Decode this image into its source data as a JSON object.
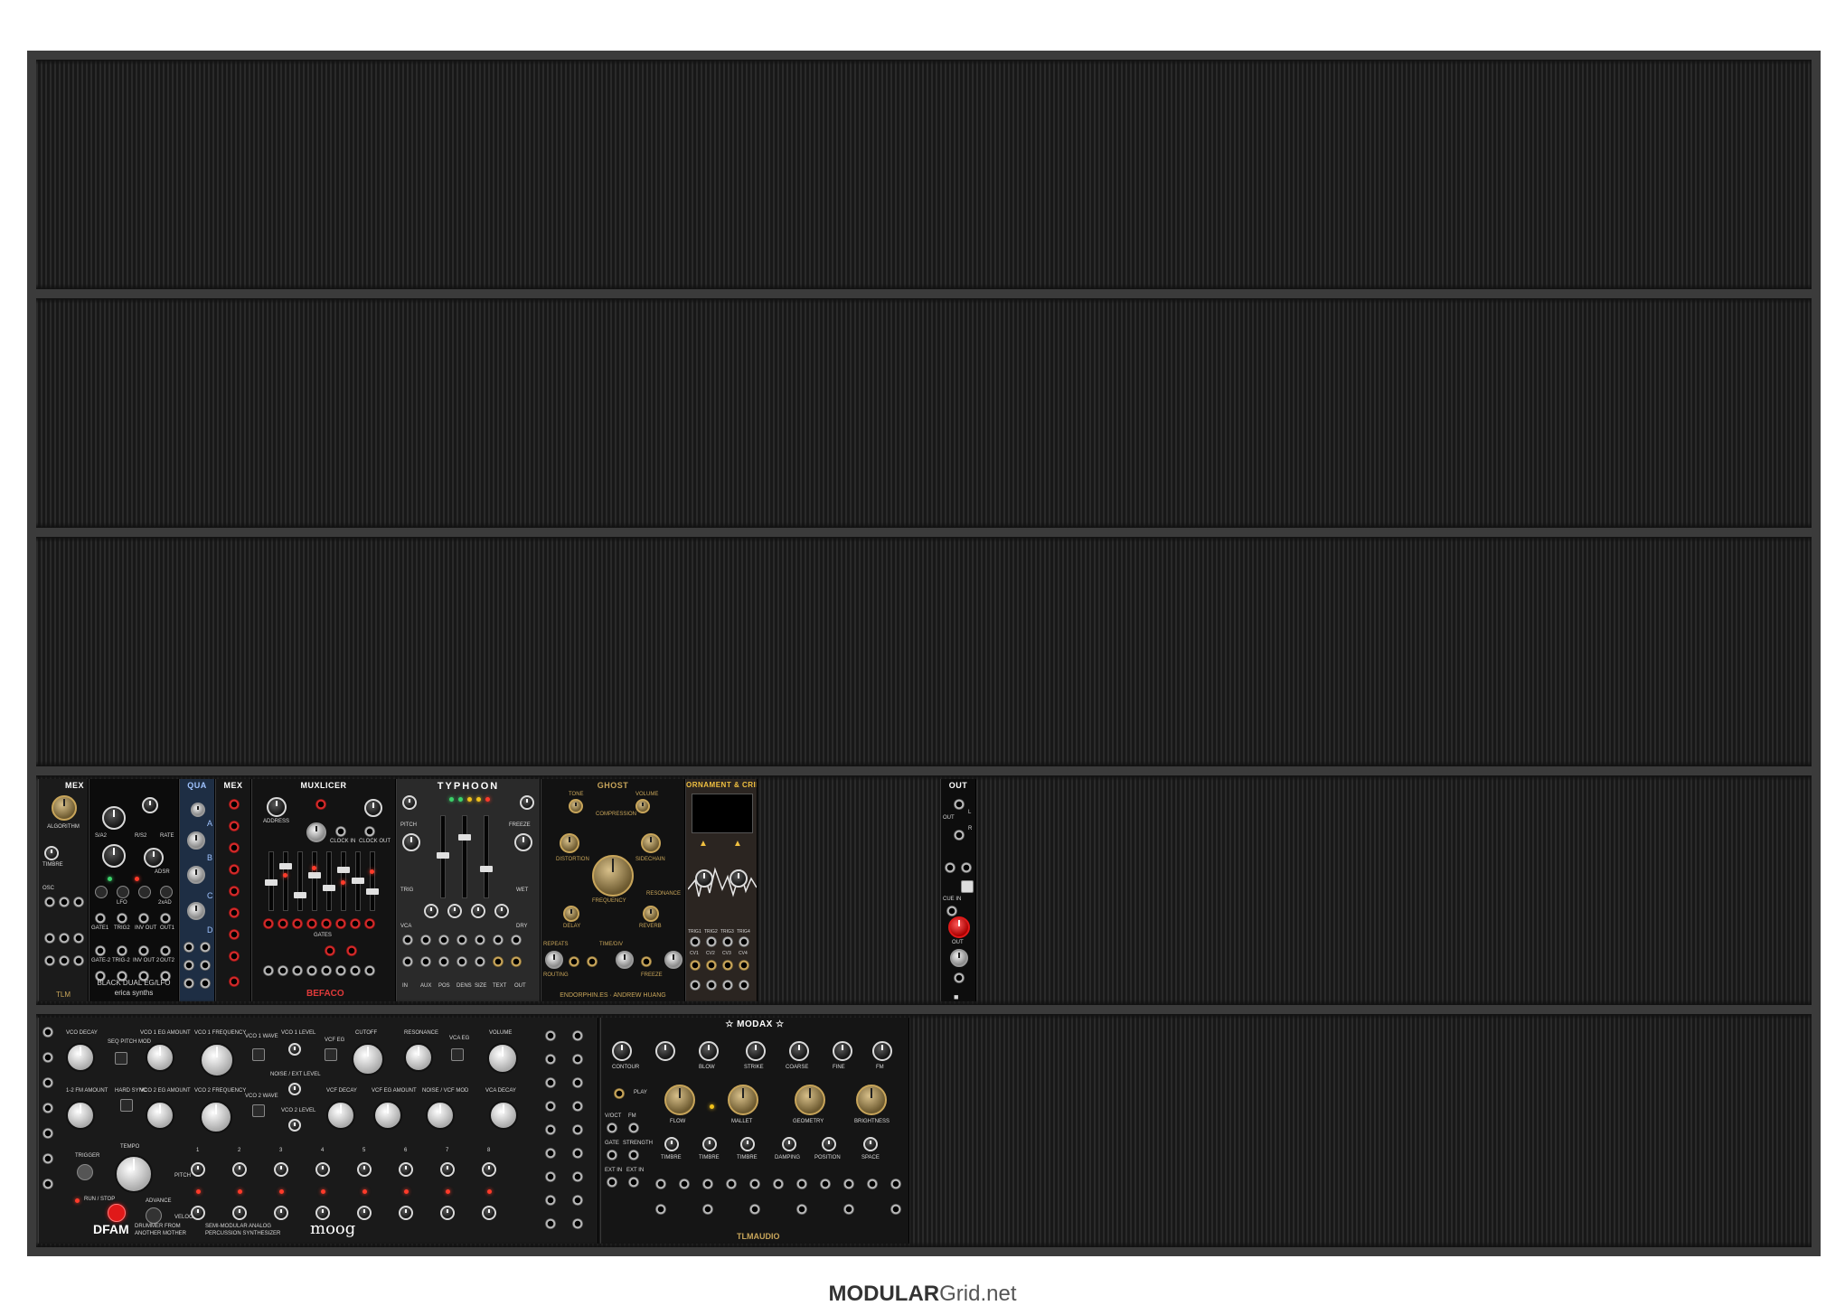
{
  "footer": {
    "brand_bold": "MODULAR",
    "brand_rest": "Grid.net"
  },
  "row4": {
    "mex1": {
      "title": "MEX",
      "knob": "ALGORITHM",
      "foot": "TLM",
      "labels": [
        "TIMBRE",
        "OSC"
      ]
    },
    "erica": {
      "labels": [
        "S/A2",
        "R/S2",
        "RATE",
        "ADSR",
        "LFO",
        "INV OUT",
        "2xAD",
        "GATE1",
        "TRIG2",
        "OUT1",
        "OUT2",
        "GATE-2",
        "TRIG-2",
        "INV OUT 2"
      ],
      "foot": "BLACK DUAL EG/LFO",
      "brand": "erica synths"
    },
    "qua": {
      "title": "QUA",
      "letters": [
        "A",
        "B",
        "C",
        "D"
      ]
    },
    "mex2": {
      "title": "MEX"
    },
    "muxlicer": {
      "title": "MUXLICER",
      "labels": [
        "ADDRESS",
        "CLOCK IN",
        "CLOCK OUT",
        "GATES"
      ],
      "brand": "BEFACO"
    },
    "typhoon": {
      "title": "TYPHOON",
      "labels": [
        "PITCH",
        "FREEZE",
        "TRIG",
        "WET",
        "VCA",
        "DRY",
        "IN",
        "AUX",
        "POS",
        "DENS",
        "SIZE",
        "TEXT",
        "OUT"
      ]
    },
    "ghost": {
      "title": "GHOST",
      "labels": [
        "TONE",
        "COMPRESSION",
        "VOLUME",
        "DISTORTION",
        "SIDECHAIN",
        "FREQUENCY",
        "RESONANCE",
        "DELAY",
        "REVERB",
        "REPEATS",
        "TIME/DIV",
        "ROUTING",
        "FREEZE"
      ],
      "foot": "ENDORPHIN.ES · ANDREW HUANG"
    },
    "ornament": {
      "title": "ORNAMENT & CRIME",
      "labels": [
        "TRIG1",
        "TRIG2",
        "TRIG3",
        "TRIG4",
        "CV1",
        "CV2",
        "CV3",
        "CV4"
      ]
    },
    "out": {
      "title": "OUT",
      "labels": [
        "OUT",
        "L",
        "R",
        "CUE IN",
        "OUT"
      ]
    }
  },
  "row5": {
    "dfam": {
      "top_knobs": [
        "VCO DECAY",
        "VCO 1 EG AMOUNT",
        "VCO 1 FREQUENCY",
        "CUTOFF",
        "RESONANCE",
        "VOLUME"
      ],
      "small_labels": [
        "SEQ PITCH MOD",
        "VCO 1 WAVE",
        "VCO 1 LEVEL",
        "VCF EG",
        "VCA EG",
        "NOISE / EXT LEVEL",
        "HARD SYNC",
        "VCO 2 WAVE",
        "VCO 2 LEVEL"
      ],
      "mid_knobs": [
        "1-2 FM AMOUNT",
        "VCO 2 EG AMOUNT",
        "VCO 2 FREQUENCY",
        "VCF DECAY",
        "VCF EG AMOUNT",
        "NOISE / VCF MOD",
        "VCA DECAY"
      ],
      "tempo": "TEMPO",
      "trigger": "TRIGGER",
      "run_stop": "RUN / STOP",
      "advance": "ADVANCE",
      "pitch": "PITCH",
      "velocity": "VELOCITY",
      "steps": [
        "1",
        "2",
        "3",
        "4",
        "5",
        "6",
        "7",
        "8"
      ],
      "name": "DFAM",
      "subtitle_1": "DRUMMER FROM",
      "subtitle_2": "ANOTHER MOTHER",
      "subtitle_3": "SEMI-MODULAR ANALOG",
      "subtitle_4": "PERCUSSION SYNTHESIZER",
      "brand": "moog"
    },
    "modax": {
      "title": "MODAX",
      "top_knobs": [
        "CONTOUR",
        "BLOW",
        "STRIKE",
        "COARSE",
        "FINE",
        "FM"
      ],
      "big_knobs": [
        "FLOW",
        "MALLET",
        "GEOMETRY",
        "BRIGHTNESS"
      ],
      "labels": [
        "V/OCT",
        "FM",
        "PLAY",
        "GATE",
        "STRENGTH",
        "EXT IN",
        "EXT IN"
      ],
      "row_labels": [
        "TIMBRE",
        "TIMBRE",
        "TIMBRE",
        "DAMPING",
        "POSITION",
        "SPACE"
      ],
      "brand": "TLMAUDIO"
    }
  }
}
